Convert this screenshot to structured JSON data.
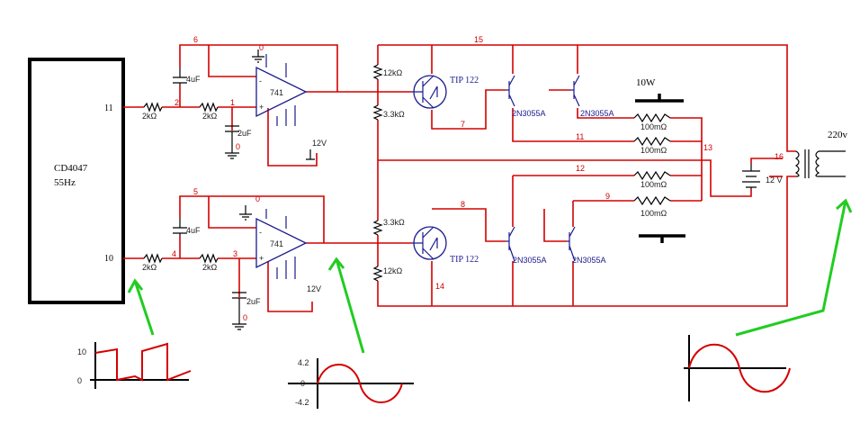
{
  "ic": {
    "name": "CD4047",
    "freq": "55Hz",
    "pin_top": "11",
    "pin_bottom": "10"
  },
  "opamps": {
    "top": "741",
    "bottom": "741"
  },
  "supplies": {
    "top": "12V",
    "bottom": "12V"
  },
  "components": {
    "r_in_top_1": "2kΩ",
    "r_in_top_2": "2kΩ",
    "r_in_bot_1": "2kΩ",
    "r_in_bot_2": "2kΩ",
    "c_top_fb": "4uF",
    "c_top_gnd": "2uF",
    "c_bot_fb": "4uF",
    "c_bot_gnd": "2uF",
    "r_top_12k": "12kΩ",
    "r_top_33k": "3.3kΩ",
    "r_bot_33k": "3.3kΩ",
    "r_bot_12k": "12kΩ",
    "darlington_top": "TIP 122",
    "darlington_bot": "TIP 122",
    "q_top_1": "2N3055A",
    "q_top_2": "2N3055A",
    "q_bot_1": "2N3055A",
    "q_bot_2": "2N3055A",
    "r_em_1": "100mΩ",
    "r_em_2": "100mΩ",
    "r_em_3": "100mΩ",
    "r_em_4": "100mΩ",
    "battery": "12 V",
    "power": "10W",
    "output": "220v"
  },
  "nodes": {
    "n0a": "0",
    "n0b": "0",
    "n0c": "0",
    "n0d": "0",
    "n1": "1",
    "n2": "2",
    "n3": "3",
    "n4": "4",
    "n5": "5",
    "n6": "6",
    "n7": "7",
    "n8": "8",
    "n9": "9",
    "n11": "11",
    "n12": "12",
    "n13": "13",
    "n14": "14",
    "n15": "15",
    "n16": "16"
  },
  "waveforms": {
    "square": {
      "ymax": "10",
      "ymin": "0"
    },
    "sine": {
      "ymax": "4.2",
      "zero": "0",
      "ymin": "-4.2"
    }
  },
  "colors": {
    "wire": "#d40000",
    "arrow": "#22cc22",
    "component_text": "#1a1a8c"
  }
}
